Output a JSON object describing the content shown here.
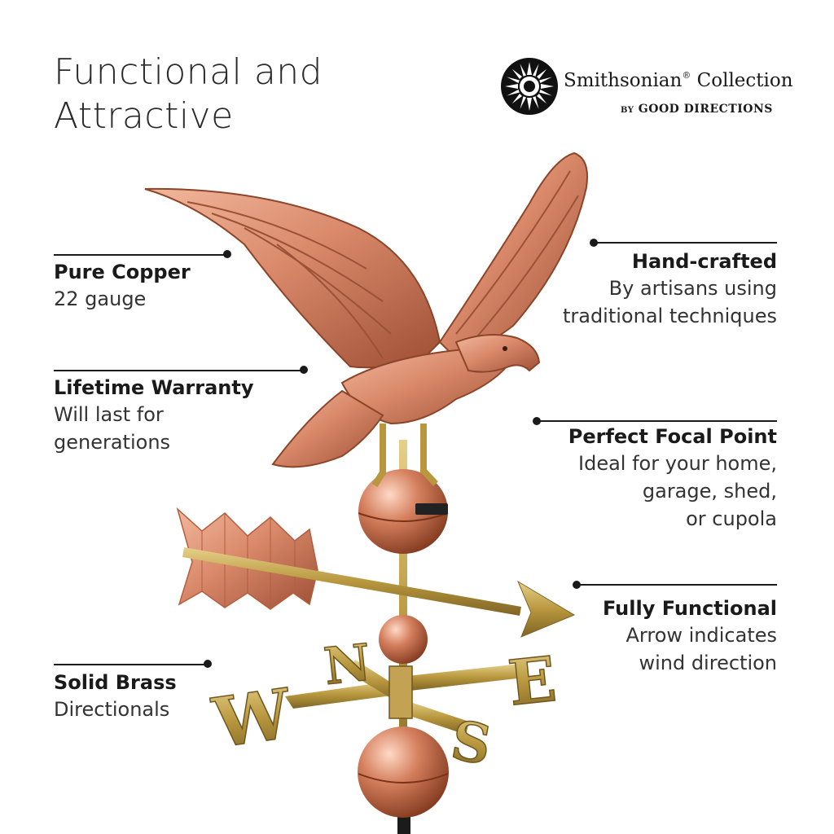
{
  "headline": {
    "line1": "Functional and",
    "line2": "Attractive"
  },
  "brand": {
    "name": "Smithsonian",
    "registered": "®",
    "name_suffix": "Collection",
    "by_prefix": "BY",
    "by_text": "GOOD DIRECTIONS",
    "icon": "sun-emblem-icon"
  },
  "colors": {
    "copper": "#c8785a",
    "brass": "#b89a45",
    "text": "#1a1a1a"
  },
  "features": {
    "pure_copper": {
      "title": "Pure Copper",
      "lines": [
        "22 gauge"
      ]
    },
    "lifetime_warranty": {
      "title": "Lifetime Warranty",
      "lines": [
        "Will last for",
        "generations"
      ]
    },
    "solid_brass": {
      "title": "Solid Brass",
      "lines": [
        "Directionals"
      ]
    },
    "hand_crafted": {
      "title": "Hand-crafted",
      "lines": [
        "By artisans using",
        "traditional techniques"
      ]
    },
    "focal_point": {
      "title": "Perfect Focal Point",
      "lines": [
        "Ideal for your home,",
        "garage, shed,",
        "or cupola"
      ]
    },
    "fully_functional": {
      "title": "Fully Functional",
      "lines": [
        "Arrow indicates",
        "wind direction"
      ]
    }
  },
  "compass": {
    "north": "N",
    "south": "S",
    "east": "E",
    "west": "W"
  }
}
